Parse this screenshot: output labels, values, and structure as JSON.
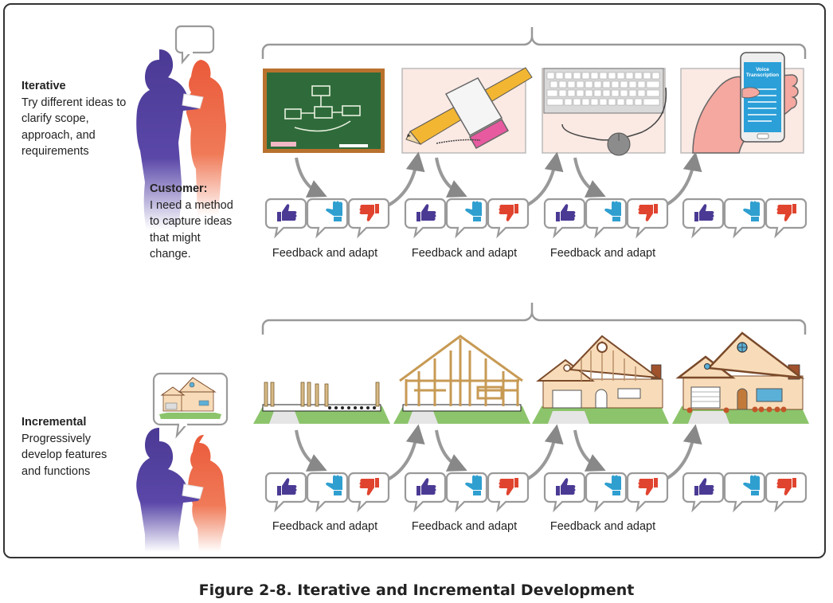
{
  "iterative": {
    "title": "Iterative",
    "description": "Try different ideas to clarify scope, approach, and requirements"
  },
  "customer": {
    "title": "Customer:",
    "quote": "I need a method to capture ideas that might change."
  },
  "incremental": {
    "title": "Incremental",
    "description": "Progressively develop features and functions"
  },
  "phone_screen_text": "Voice Transcription",
  "feedback_label": "Feedback and adapt",
  "iterative_feedback": [
    "Feedback and adapt",
    "Feedback and adapt",
    "Feedback and adapt"
  ],
  "incremental_feedback": [
    "Feedback and adapt",
    "Feedback and adapt",
    "Feedback and adapt"
  ],
  "caption": "Figure 2-8. Iterative and Incremental Development",
  "colors": {
    "person_purple": "#4b3a94",
    "person_orange": "#ea5a3a",
    "thumb_up": "#4b3a94",
    "thumb_side": "#2f9fd0",
    "thumb_down": "#e0442f",
    "chalkboard": "#2f6b3a",
    "frame_brown": "#b9722d",
    "panel_bg": "#fbe9e3",
    "grass": "#8cc46b"
  }
}
